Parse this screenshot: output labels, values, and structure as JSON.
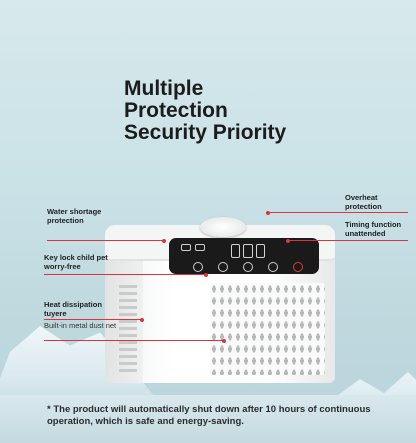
{
  "heading": {
    "line1": "Multiple",
    "line2": "Protection",
    "line3": "Security Priority"
  },
  "callouts": {
    "water_shortage": "Water shortage protection",
    "key_lock": "Key lock child pet worry-free",
    "heat_dissipation": "Heat dissipation tuyere",
    "metal_dust_net": "Built-in metal dust net",
    "overheat": "Overheat protection",
    "timing": "Timing function unattended"
  },
  "footnote": "* The product will automatically shut down after 10 hours of continuous operation, which is safe and energy-saving.",
  "colors": {
    "callout_line": "#d8363c",
    "heading_text": "#1c1c1c"
  }
}
